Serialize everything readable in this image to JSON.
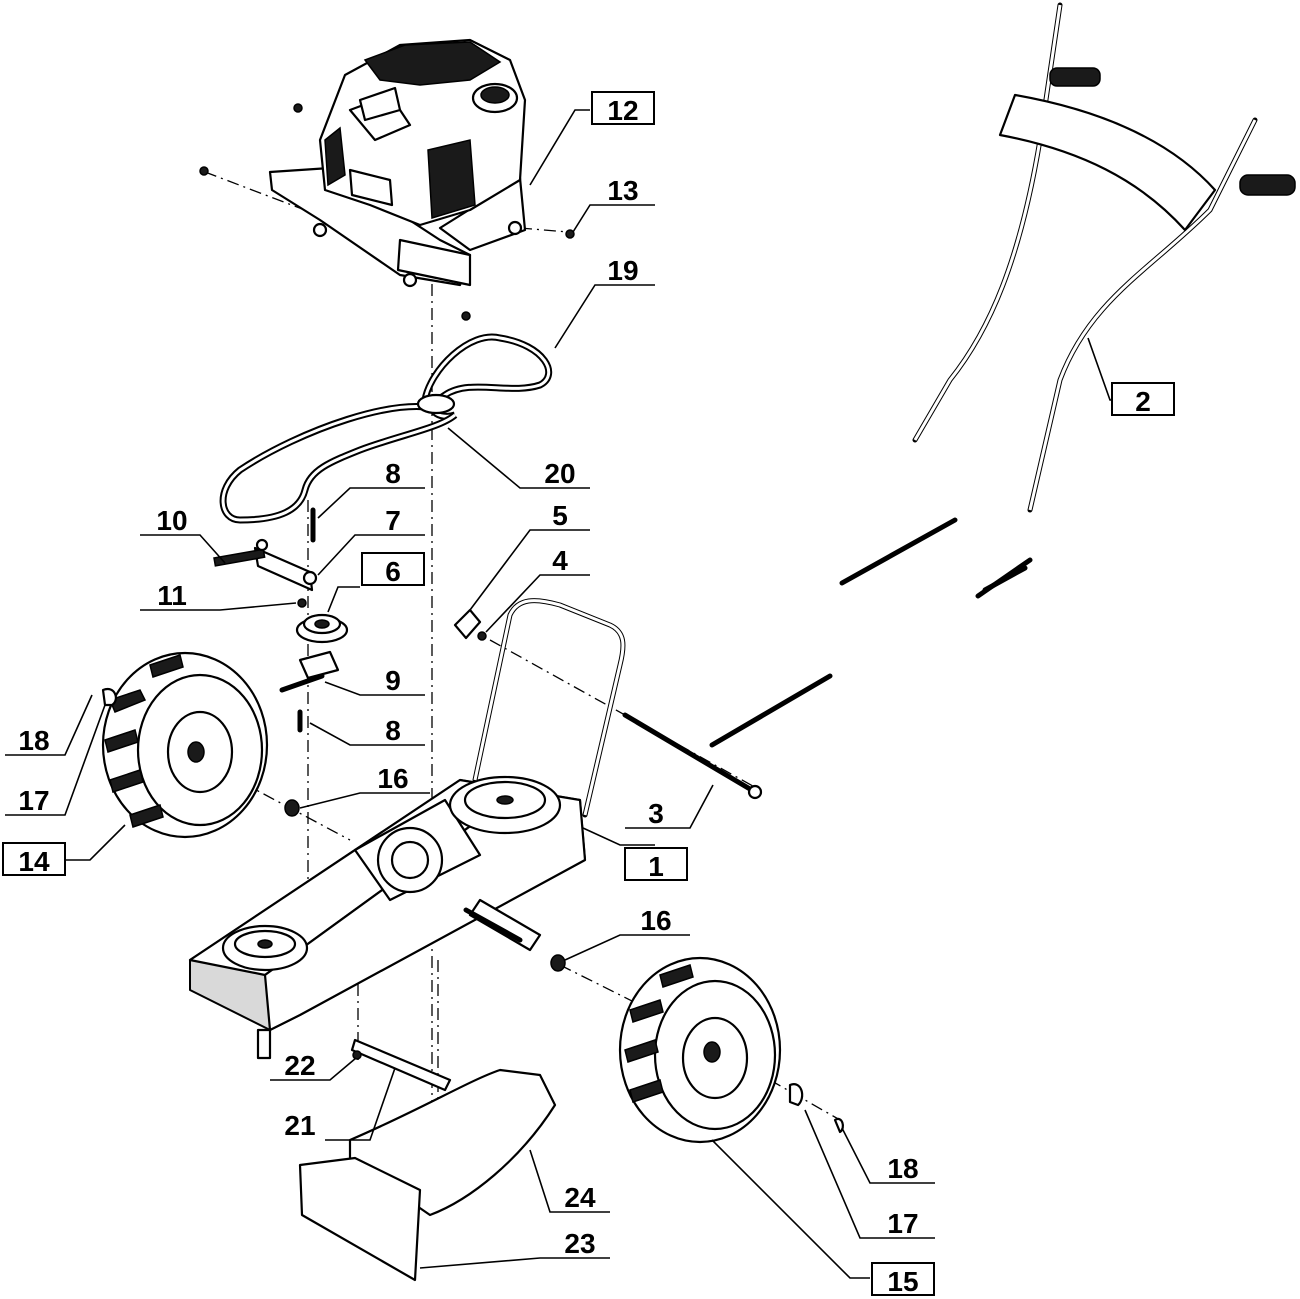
{
  "labels": [
    {
      "id": "1",
      "text": "1",
      "boxed": true
    },
    {
      "id": "2",
      "text": "2",
      "boxed": true
    },
    {
      "id": "3",
      "text": "3",
      "boxed": false
    },
    {
      "id": "4",
      "text": "4",
      "boxed": false
    },
    {
      "id": "5",
      "text": "5",
      "boxed": false
    },
    {
      "id": "6",
      "text": "6",
      "boxed": true
    },
    {
      "id": "7",
      "text": "7",
      "boxed": false
    },
    {
      "id": "8a",
      "text": "8",
      "boxed": false
    },
    {
      "id": "8b",
      "text": "8",
      "boxed": false
    },
    {
      "id": "9",
      "text": "9",
      "boxed": false
    },
    {
      "id": "10",
      "text": "10",
      "boxed": false
    },
    {
      "id": "11",
      "text": "11",
      "boxed": false
    },
    {
      "id": "12",
      "text": "12",
      "boxed": true
    },
    {
      "id": "13",
      "text": "13",
      "boxed": false
    },
    {
      "id": "14",
      "text": "14",
      "boxed": true
    },
    {
      "id": "15",
      "text": "15",
      "boxed": true
    },
    {
      "id": "16a",
      "text": "16",
      "boxed": false
    },
    {
      "id": "16b",
      "text": "16",
      "boxed": false
    },
    {
      "id": "17a",
      "text": "17",
      "boxed": false
    },
    {
      "id": "17b",
      "text": "17",
      "boxed": false
    },
    {
      "id": "18a",
      "text": "18",
      "boxed": false
    },
    {
      "id": "18b",
      "text": "18",
      "boxed": false
    },
    {
      "id": "19",
      "text": "19",
      "boxed": false
    },
    {
      "id": "20",
      "text": "20",
      "boxed": false
    },
    {
      "id": "21",
      "text": "21",
      "boxed": false
    },
    {
      "id": "22",
      "text": "22",
      "boxed": false
    },
    {
      "id": "23",
      "text": "23",
      "boxed": false
    },
    {
      "id": "24",
      "text": "24",
      "boxed": false
    }
  ]
}
